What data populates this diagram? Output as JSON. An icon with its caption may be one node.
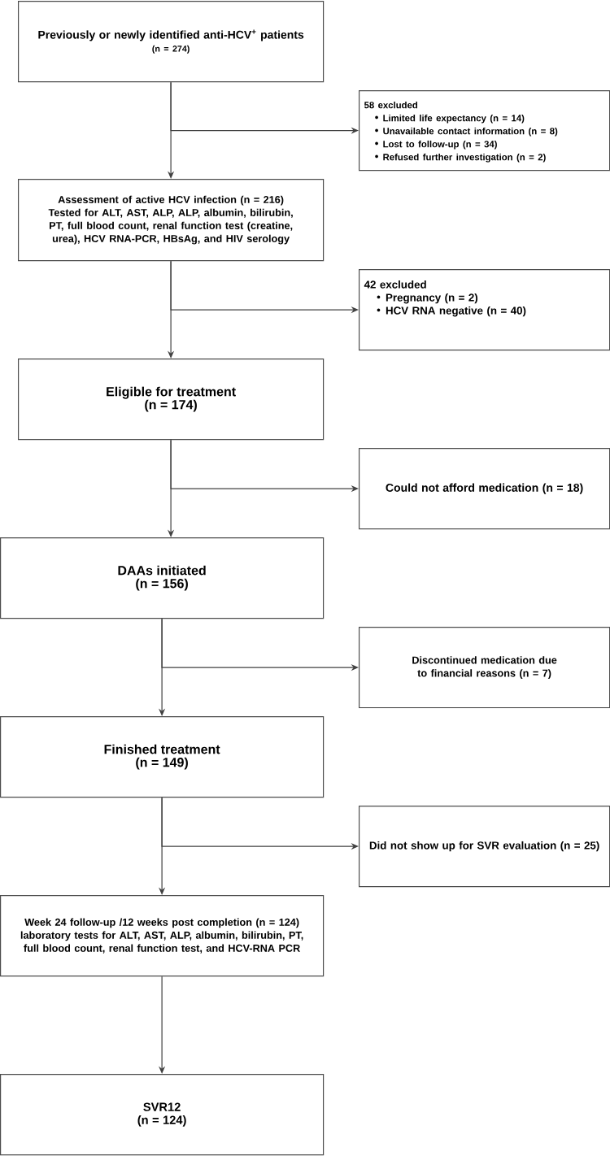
{
  "diagram": {
    "nodes": [
      {
        "text": [
          "Previously or newly identified anti-HCV$^{+}$ patients",
          "(n = 274)"
        ]
      },
      {
        "text": [
          "58 excluded",
          "Limited life expectancy (n = 14)",
          "Unavailable contact information (n = 8)",
          "Lost to follow-up (n = 34)",
          "Refused further investigation (n = 2)"
        ]
      },
      {
        "text": [
          "Assessment of active HCV infection (n = 216)",
          "Tested for ALT, AST, ALP, ALP, albumin, bilirubin, PT, full blood count, renal function test (creatine, urea), HCV RNA-PCR, HBsAg, and HIV serology"
        ]
      },
      {
        "text": [
          "42 excluded",
          "Pregnancy (n = 2)",
          "HCV RNA negative (n = 40)"
        ]
      },
      {
        "text": [
          "Eligible for treatment",
          "(n = 174)"
        ]
      },
      {
        "text": [
          "Could not afford medication (n = 18)"
        ]
      },
      {
        "text": [
          "DAAs initiated",
          "(n = 156)"
        ]
      },
      {
        "text": [
          "Discontinued medication due to financial reasons (n = 7)"
        ]
      },
      {
        "text": [
          "Finished treatment",
          "(n = 149)"
        ]
      },
      {
        "text": [
          "Did not show up for SVR evaluation (n = 25)"
        ]
      },
      {
        "text": [
          "Week 24 follow-up /12 weeks post completion (n = 124)",
          "laboratory tests for ALT, AST, ALP, albumin, bilirubin, PT, full blood count, renal function test, and HCV-RNA PCR"
        ]
      },
      {
        "text": [
          "SVR12",
          "(n = 124)"
        ]
      }
    ],
    "edges": [
      {
        "from": 0,
        "to": 1,
        "arrow": "to"
      },
      {
        "from": 0,
        "to": 2,
        "arrow": "to"
      },
      {
        "from": 2,
        "to": 3,
        "arrow": "to"
      },
      {
        "from": 2,
        "to": 4,
        "arrow": "to"
      },
      {
        "from": 4,
        "to": 5,
        "arrow": "to"
      },
      {
        "from": 4,
        "to": 6,
        "arrow": "to"
      },
      {
        "from": 6,
        "to": 7,
        "arrow": "to"
      },
      {
        "from": 6,
        "to": 8,
        "arrow": "to"
      },
      {
        "from": 8,
        "to": 9,
        "arrow": "to"
      },
      {
        "from": 8,
        "to": 10,
        "arrow": "to"
      },
      {
        "from": 10,
        "to": 11,
        "arrow": "to"
      }
    ]
  }
}
